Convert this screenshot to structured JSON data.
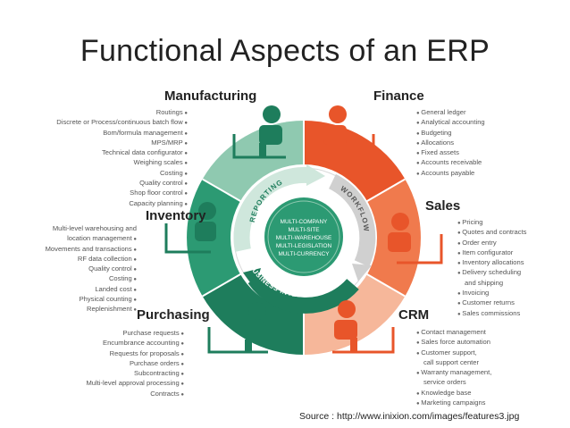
{
  "title": "Functional Aspects of an ERP",
  "source": "Source : http://www.inixion.com/images/features3.jpg",
  "center": [
    "MULTI-COMPANY",
    "MULTI-SITE",
    "MULTI-WAREHOUSE",
    "MULTI-LEGISLATION",
    "MULTI-CURRENCY"
  ],
  "arrows": {
    "reporting": "REPORTING",
    "workflow": "WORKFLOW",
    "bi": "BUSINESS INTELLIGENCE"
  },
  "colors": {
    "green_dark": "#1e7d5c",
    "green_mid": "#2c9a73",
    "green_light": "#8fc9b0",
    "orange_dark": "#e8552a",
    "orange_mid": "#f07a4d",
    "orange_light": "#f6b79a"
  },
  "sections": {
    "manufacturing": {
      "title": "Manufacturing",
      "items": [
        "Routings",
        "Discrete or Process/continuous batch flow",
        "Bom/formula management",
        "MPS/MRP",
        "Technical data configurator",
        "Weighing scales",
        "Costing",
        "Quality control",
        "Shop floor control",
        "Capacity planning"
      ]
    },
    "finance": {
      "title": "Finance",
      "items": [
        "General ledger",
        "Analytical accounting",
        "Budgeting",
        "Allocations",
        "Fixed assets",
        "Accounts receivable",
        "Accounts payable"
      ]
    },
    "inventory": {
      "title": "Inventory",
      "items": [
        "Multi-level warehousing and",
        "location management",
        "Movements and transactions",
        "RF data collection",
        "Quality control",
        "Costing",
        "Landed cost",
        "Physical counting",
        "Replenishment"
      ]
    },
    "sales": {
      "title": "Sales",
      "items": [
        "Pricing",
        "Quotes and contracts",
        "Order entry",
        "Item configurator",
        "Inventory allocations",
        "Delivery scheduling",
        "and shipping",
        "Invoicing",
        "Customer returns",
        "Sales commissions"
      ]
    },
    "purchasing": {
      "title": "Purchasing",
      "items": [
        "Purchase requests",
        "Encumbrance accounting",
        "Requests for proposals",
        "Purchase orders",
        "Subcontracting",
        "Multi-level approval processing",
        "Contracts"
      ]
    },
    "crm": {
      "title": "CRM",
      "items": [
        "Contact management",
        "Sales force automation",
        "Customer support,",
        "call support center",
        "Warranty management,",
        "service orders",
        "Knowledge base",
        "Marketing campaigns"
      ]
    }
  }
}
